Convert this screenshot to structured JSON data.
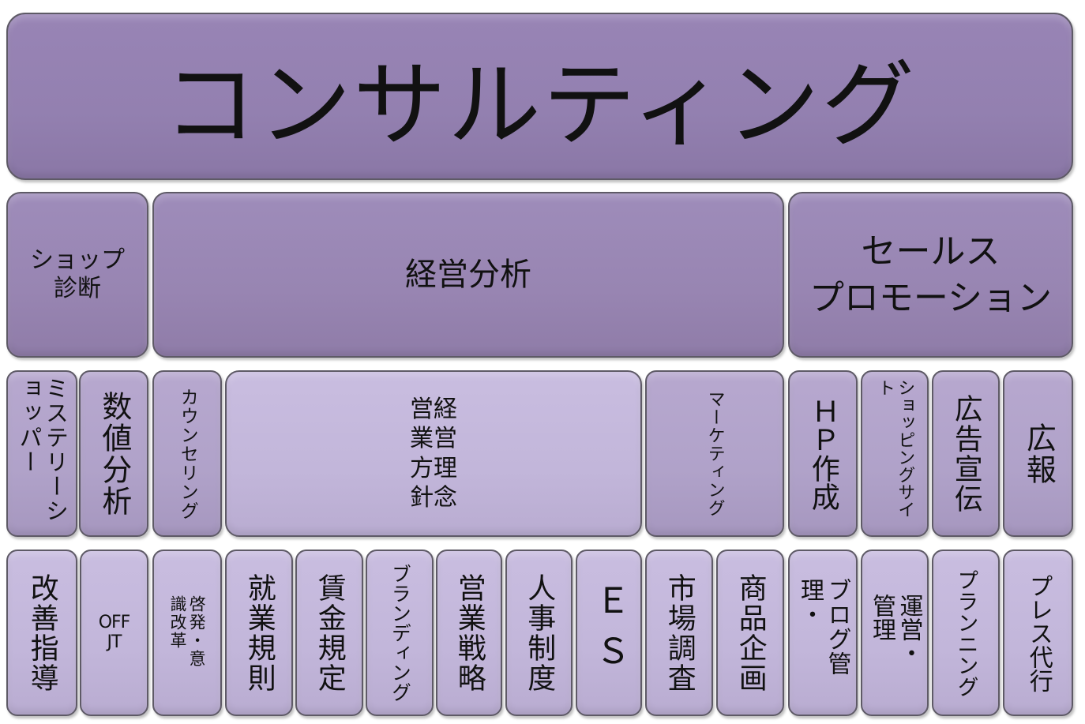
{
  "title": "コンサルティング",
  "level2": {
    "shop": [
      "ショップ",
      "診断"
    ],
    "analysis": "経営分析",
    "sales": [
      "セールス",
      "プロモーション"
    ]
  },
  "level3": {
    "mystery": "ミステリーショッパー",
    "numeric": "数値分析",
    "counseling": "カウンセリング",
    "policy_lines": [
      "営経",
      "業営",
      "方理",
      "針念"
    ],
    "marketing": "マーケティング",
    "hp": "ＨＰ作成",
    "shopping_site": "ショッピングサイト",
    "ad": "広告宣伝",
    "pr": "広報"
  },
  "level4": {
    "kaizen": "改善指導",
    "offjt": [
      "OFF",
      "JT"
    ],
    "ishiki": "啓発・意識改革",
    "shugyo": "就業規則",
    "chingin": "賃金規定",
    "branding": "ブランディング",
    "eigyo": "営業戦略",
    "jinji": "人事制度",
    "es": "ＥＳ",
    "shijo": "市場調査",
    "shohin": "商品企画",
    "blog": "ブログ管理・",
    "unei": "運営・管理",
    "planning": "プランニング",
    "press": "プレス代行"
  }
}
